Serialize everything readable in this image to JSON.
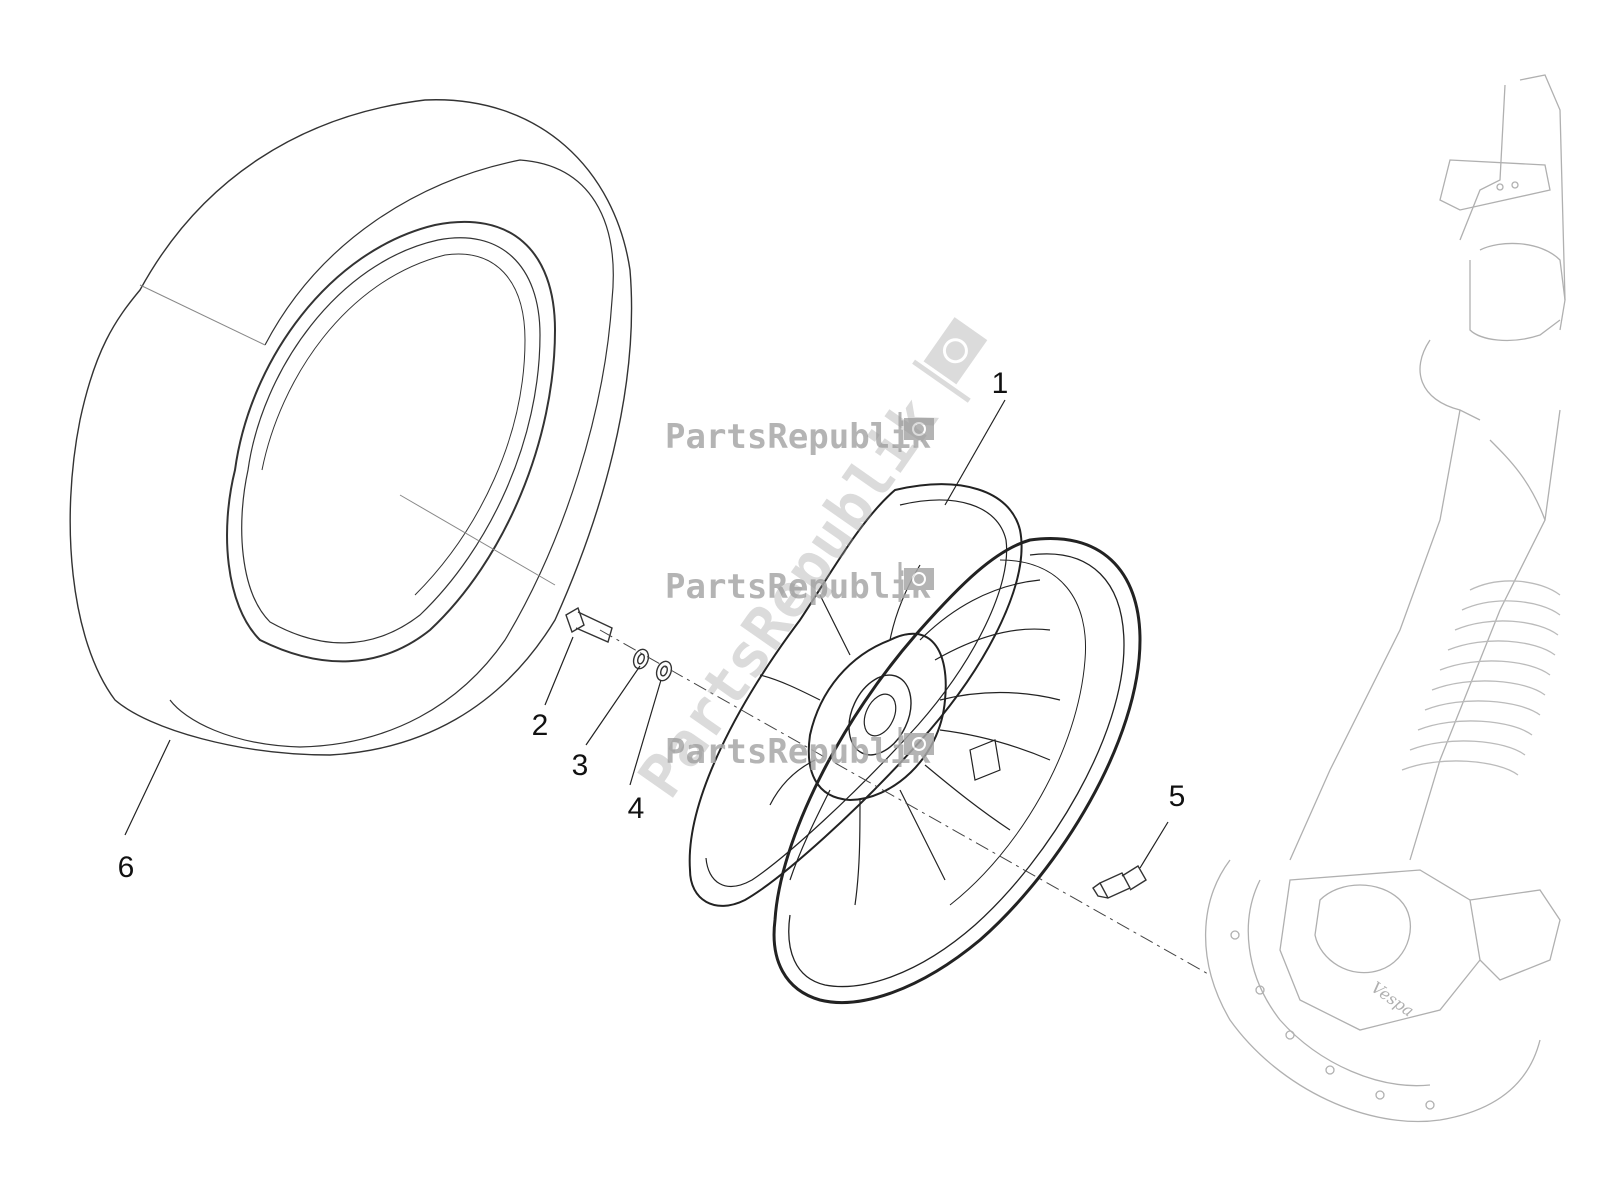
{
  "watermark": {
    "text": "PartsRepublik",
    "color": "#b4b4b4",
    "icon": "gear-flag-icon"
  },
  "callouts": [
    {
      "id": "1",
      "label": "1"
    },
    {
      "id": "2",
      "label": "2"
    },
    {
      "id": "3",
      "label": "3"
    },
    {
      "id": "4",
      "label": "4"
    },
    {
      "id": "5",
      "label": "5"
    },
    {
      "id": "6",
      "label": "6"
    }
  ],
  "colors": {
    "line_dark": "#222222",
    "line_light": "#999999",
    "fork_line": "#b0b0b0"
  }
}
